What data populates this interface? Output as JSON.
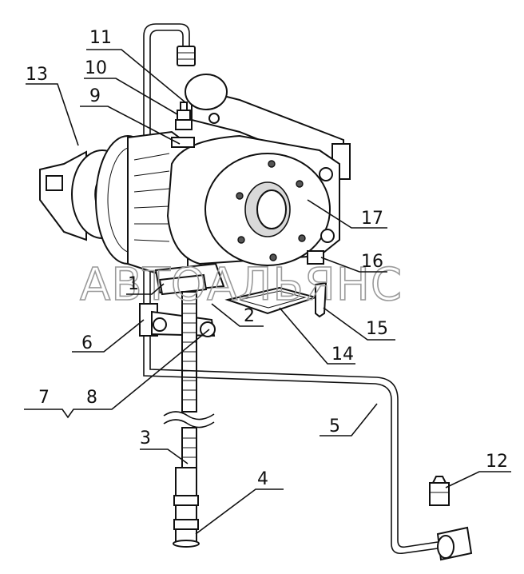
{
  "watermark": "АВТОАЛЬЯНС",
  "callouts": [
    {
      "id": "11",
      "label": "11"
    },
    {
      "id": "10",
      "label": "10"
    },
    {
      "id": "9",
      "label": "9"
    },
    {
      "id": "13",
      "label": "13"
    },
    {
      "id": "17",
      "label": "17"
    },
    {
      "id": "1",
      "label": "1"
    },
    {
      "id": "16",
      "label": "16"
    },
    {
      "id": "2",
      "label": "2"
    },
    {
      "id": "15",
      "label": "15"
    },
    {
      "id": "14",
      "label": "14"
    },
    {
      "id": "6",
      "label": "6"
    },
    {
      "id": "7",
      "label": "7"
    },
    {
      "id": "8",
      "label": "8"
    },
    {
      "id": "5",
      "label": "5"
    },
    {
      "id": "3",
      "label": "3"
    },
    {
      "id": "12",
      "label": "12"
    },
    {
      "id": "4",
      "label": "4"
    }
  ]
}
